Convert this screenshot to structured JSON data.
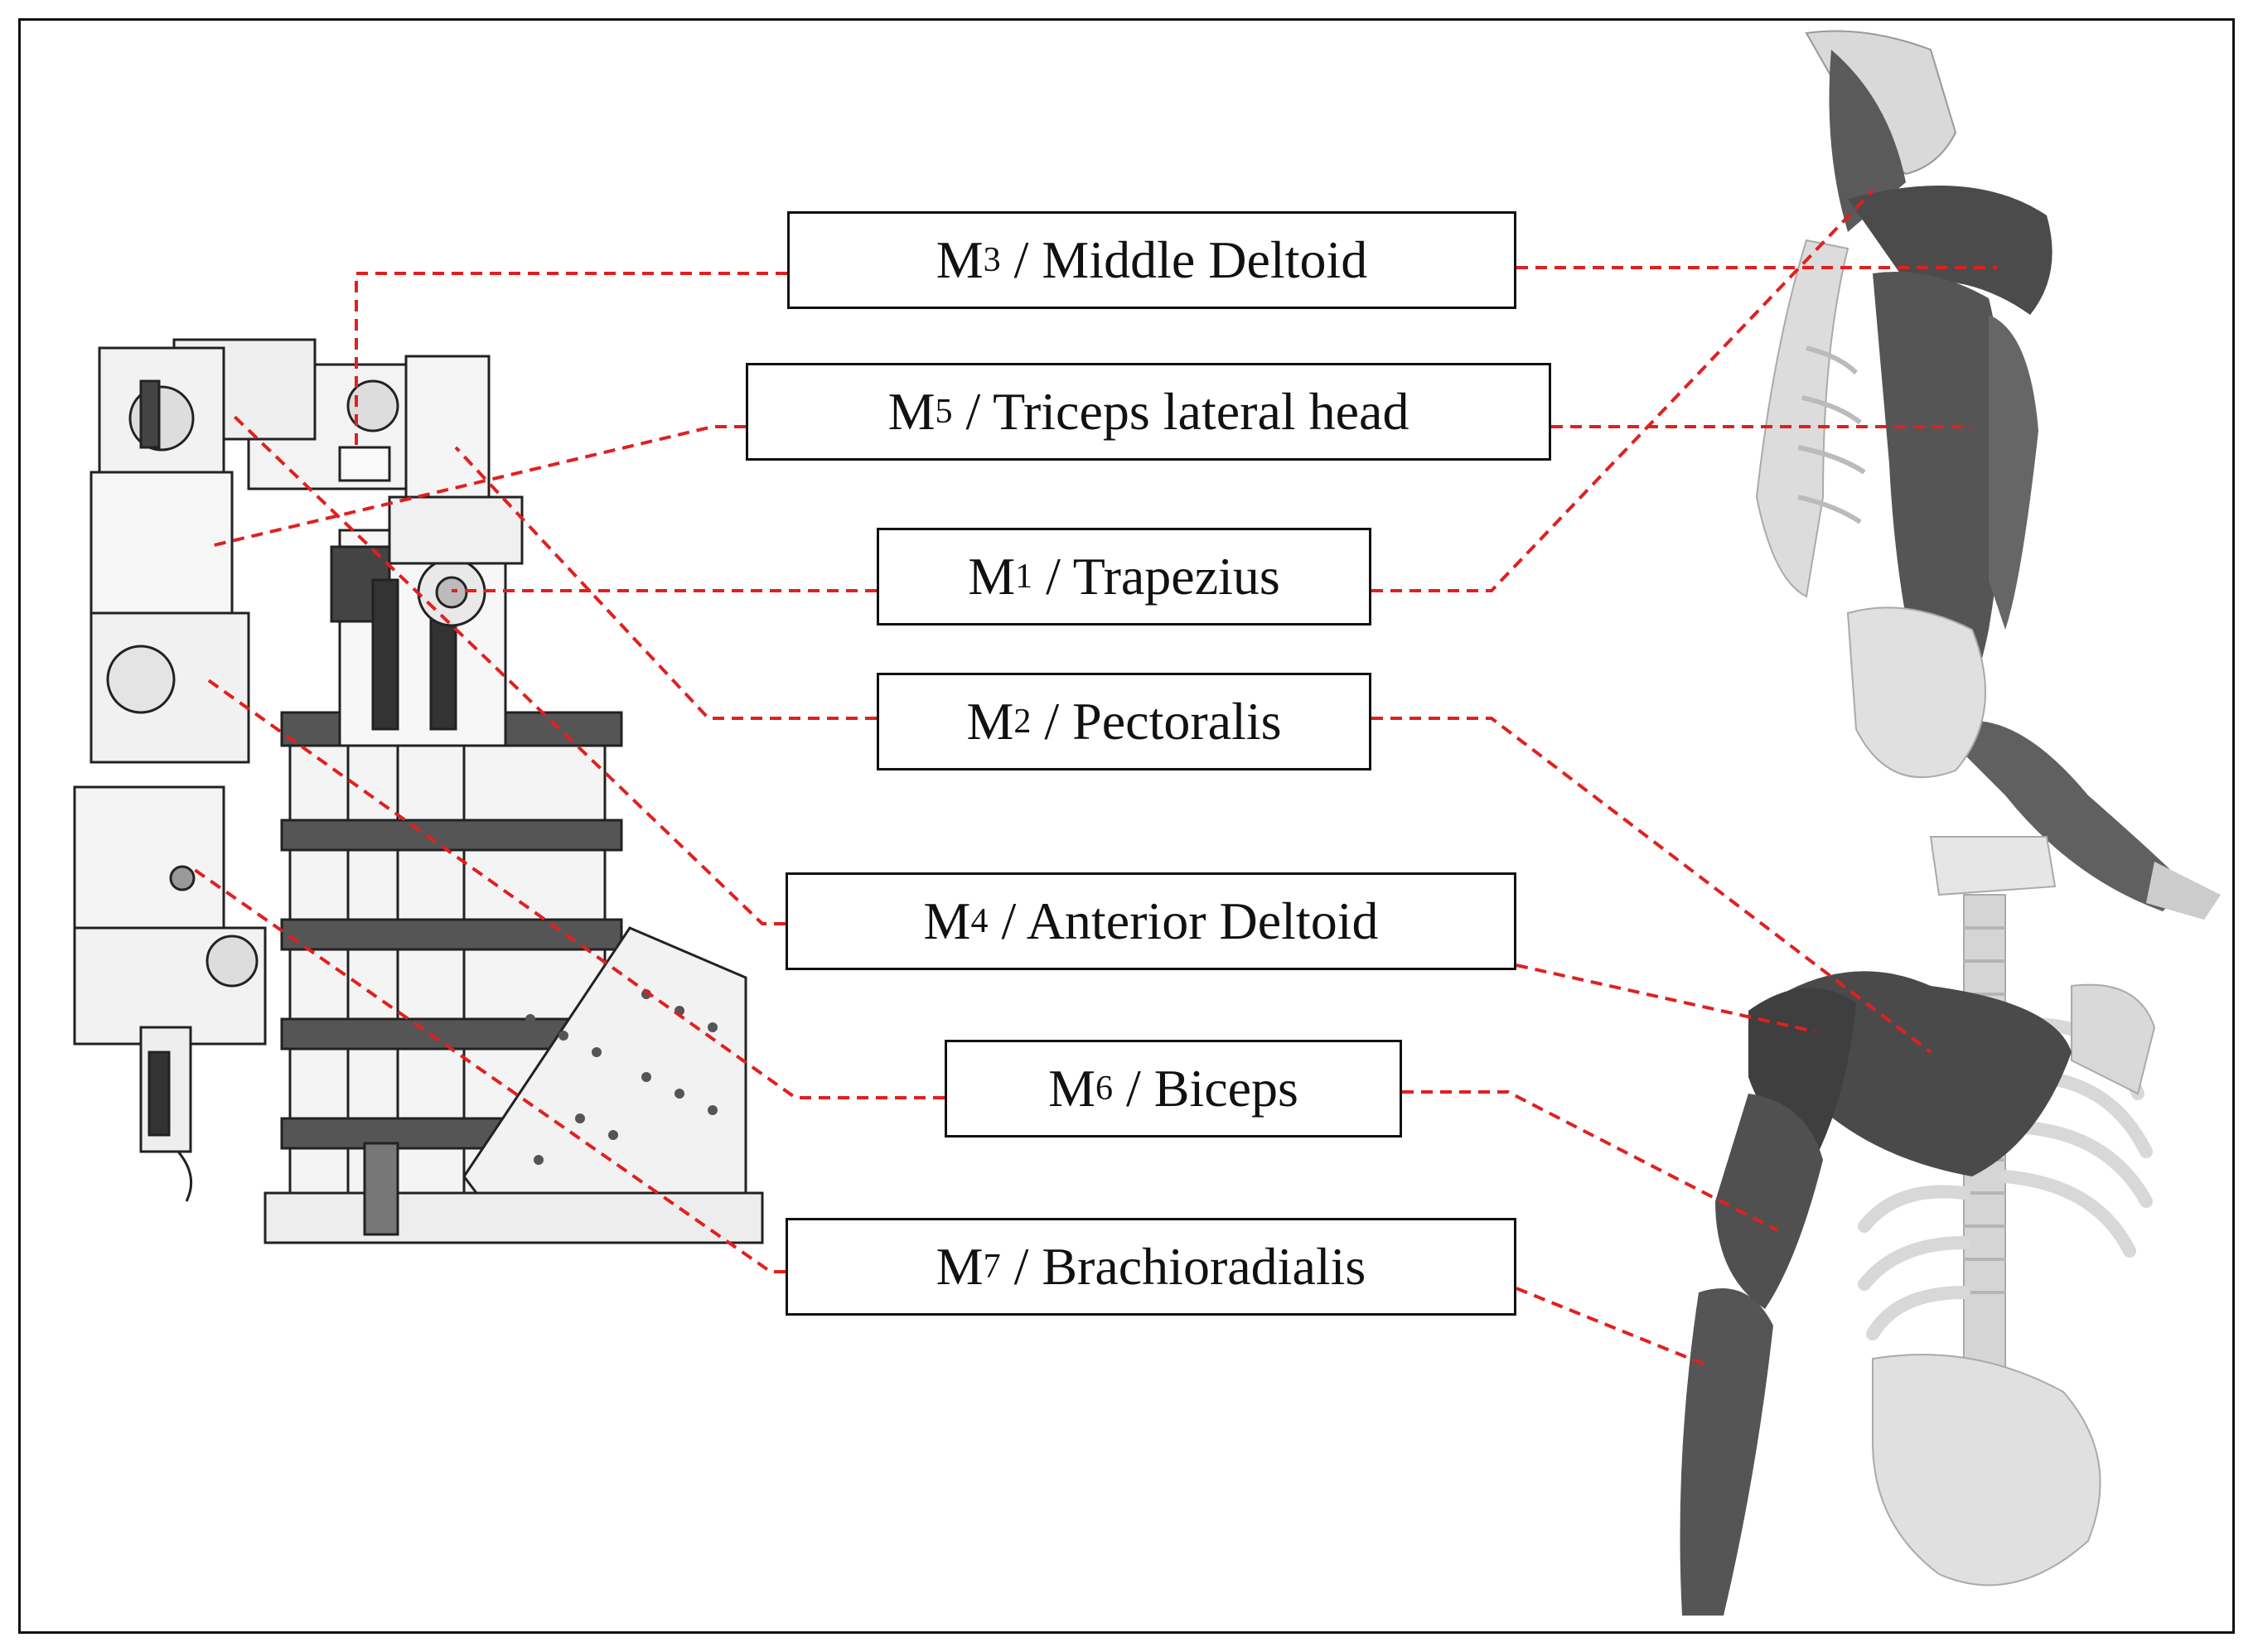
{
  "labels": [
    {
      "key": "m3",
      "main": "M",
      "sub": "3",
      "text": " / Middle Deltoid"
    },
    {
      "key": "m5",
      "main": "M",
      "sub": "5",
      "text": " / Triceps lateral head"
    },
    {
      "key": "m1",
      "main": "M",
      "sub": "1",
      "text": " / Trapezius"
    },
    {
      "key": "m2",
      "main": "M",
      "sub": "2",
      "text": " / Pectoralis"
    },
    {
      "key": "m4",
      "main": "M",
      "sub": "4",
      "text": " / Anterior Deltoid"
    },
    {
      "key": "m6",
      "main": "M",
      "sub": "6",
      "text": " / Biceps"
    },
    {
      "key": "m7",
      "main": "M",
      "sub": "7",
      "text": " / Brachioradialis"
    }
  ],
  "colors": {
    "leader_line": "#e02020",
    "border": "#111111",
    "muscle": "#4a4a4a",
    "bone": "#d6d6d6"
  },
  "figures": {
    "left": "robot-arm-drawing",
    "right_top": "shoulder-muscles-back-view",
    "right_bottom": "shoulder-muscles-front-view"
  }
}
